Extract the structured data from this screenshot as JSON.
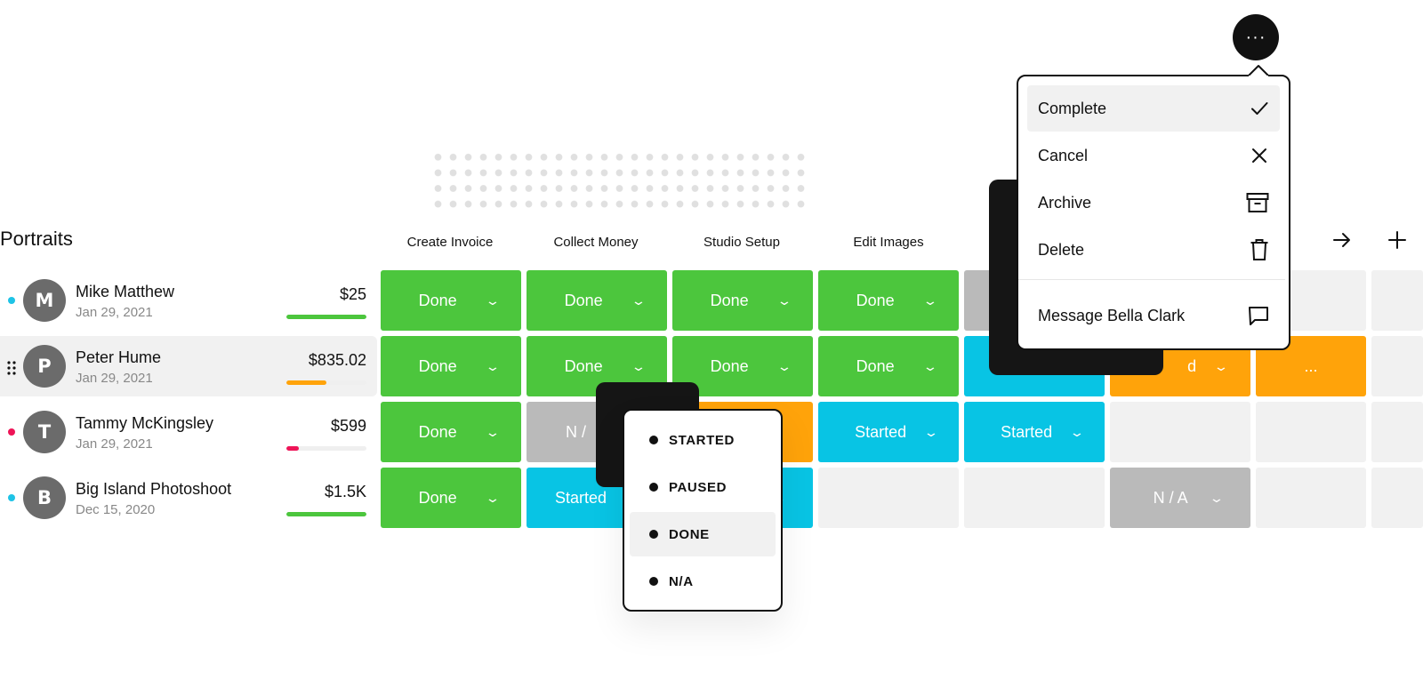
{
  "board": {
    "title": "Portraits",
    "columns": [
      "Create Invoice",
      "Collect Money",
      "Studio Setup",
      "Edit Images"
    ],
    "rows": [
      {
        "initial": "M",
        "name": "Mike Matthew",
        "date": "Jan 29, 2021",
        "amount": "$25",
        "dot_color": "#1ec3e6",
        "progress": 1.0,
        "progress_color": "#4cc63d"
      },
      {
        "initial": "P",
        "name": "Peter Hume",
        "date": "Jan 29, 2021",
        "amount": "$835.02",
        "dot_color": "",
        "progress": 0.5,
        "progress_color": "#ffa30a"
      },
      {
        "initial": "T",
        "name": "Tammy McKingsley",
        "date": "Jan 29, 2021",
        "amount": "$599",
        "dot_color": "#ee1457",
        "progress": 0.16,
        "progress_color": "#ee1457"
      },
      {
        "initial": "B",
        "name": "Big Island Photoshoot",
        "date": "Dec 15, 2020",
        "amount": "$1.5K",
        "dot_color": "#1ec3e6",
        "progress": 1.0,
        "progress_color": "#4cc63d"
      }
    ],
    "cell_labels": {
      "done": "Done",
      "started": "Started",
      "na": "N / A",
      "na_partial": "N / ",
      "partial_d": "d",
      "ellipsis": "..."
    }
  },
  "status_menu": {
    "items": [
      "STARTED",
      "PAUSED",
      "DONE",
      "N/A"
    ],
    "selected": "DONE"
  },
  "actions_menu": {
    "button_label": "···",
    "items": [
      {
        "label": "Complete",
        "icon": "check-icon"
      },
      {
        "label": "Cancel",
        "icon": "close-icon"
      },
      {
        "label": "Archive",
        "icon": "archive-icon"
      },
      {
        "label": "Delete",
        "icon": "trash-icon"
      },
      {
        "label": "Message Bella Clark",
        "icon": "message-icon"
      }
    ],
    "selected": "Complete"
  },
  "colors": {
    "done": "#4cc63d",
    "started": "#08c4e4",
    "na": "#bababa",
    "orange": "#ffa30a",
    "empty": "#f1f1f1"
  }
}
